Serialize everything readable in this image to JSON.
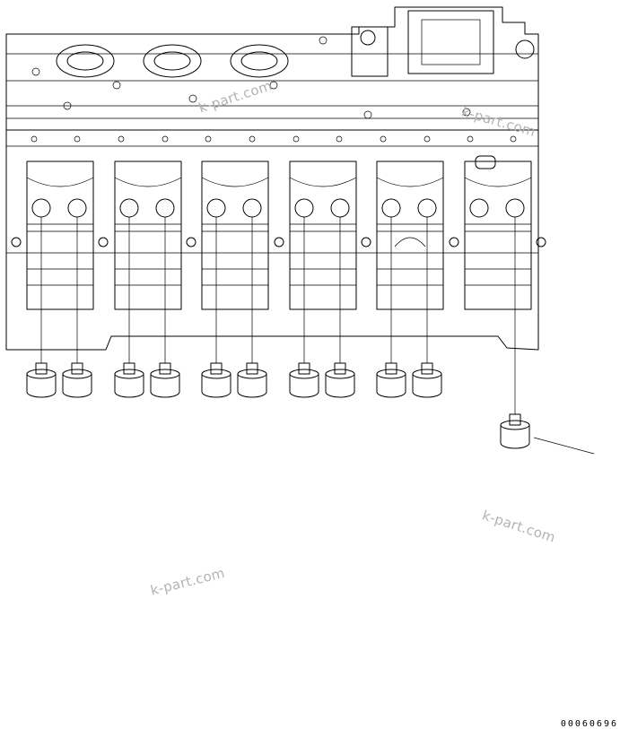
{
  "drawing": {
    "drawing_number": "00060696",
    "watermarks": [
      "k-part.com",
      "k-part.com",
      "k-part.com",
      "k-part.com"
    ],
    "colors": {
      "line": "#000000",
      "watermark": "#b3b3b3",
      "background": "#ffffff"
    }
  }
}
